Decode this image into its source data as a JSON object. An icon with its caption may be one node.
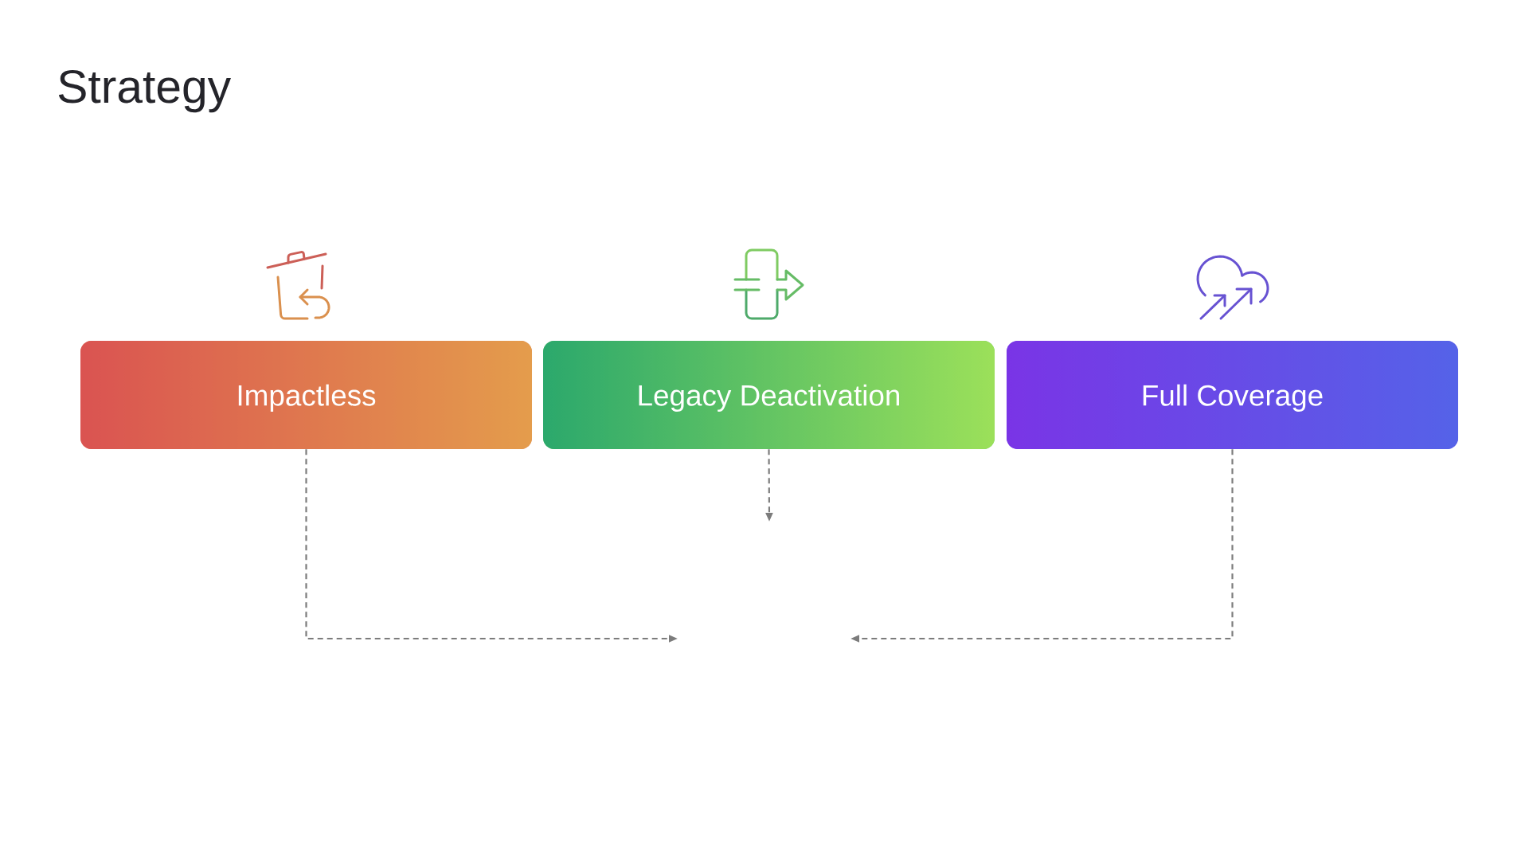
{
  "diagram": {
    "title": "Strategy",
    "nodes": [
      {
        "text": [
          "Impactless"
        ]
      },
      {
        "text": [
          "Legacy Deactivation"
        ]
      },
      {
        "text": [
          "Full Coverage"
        ]
      }
    ],
    "edges": [
      {
        "from": 0,
        "to": null,
        "arrow": "to",
        "style": "dashed"
      },
      {
        "from": 1,
        "to": null,
        "arrow": "to",
        "style": "dashed"
      },
      {
        "from": 2,
        "to": null,
        "arrow": "to",
        "style": "dashed"
      }
    ]
  }
}
